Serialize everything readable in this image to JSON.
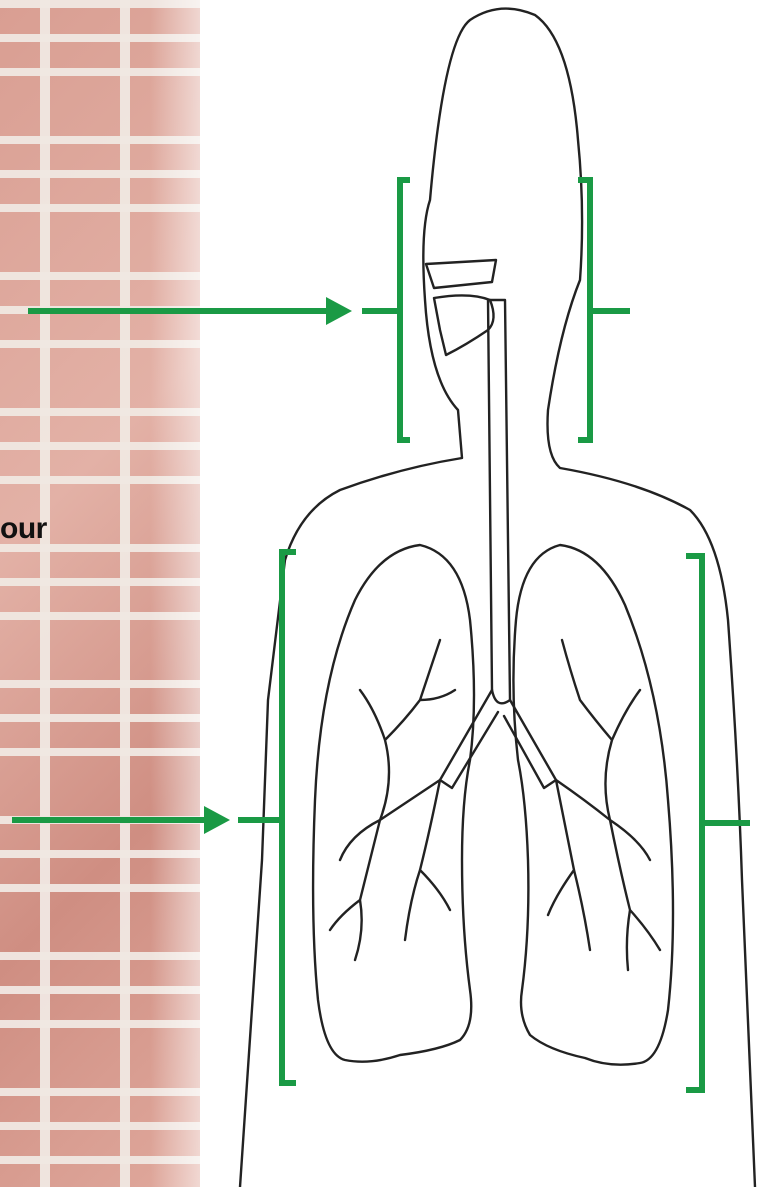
{
  "background": {
    "wall_colors": [
      "#d99e92",
      "#e3b1a6",
      "#f0e8e2"
    ]
  },
  "partial_text": "our",
  "colors": {
    "accent": "#1a9a45",
    "outline": "#222222"
  },
  "labels": [
    {
      "id": "upper-airway",
      "text": ""
    },
    {
      "id": "lungs",
      "text": ""
    }
  ]
}
